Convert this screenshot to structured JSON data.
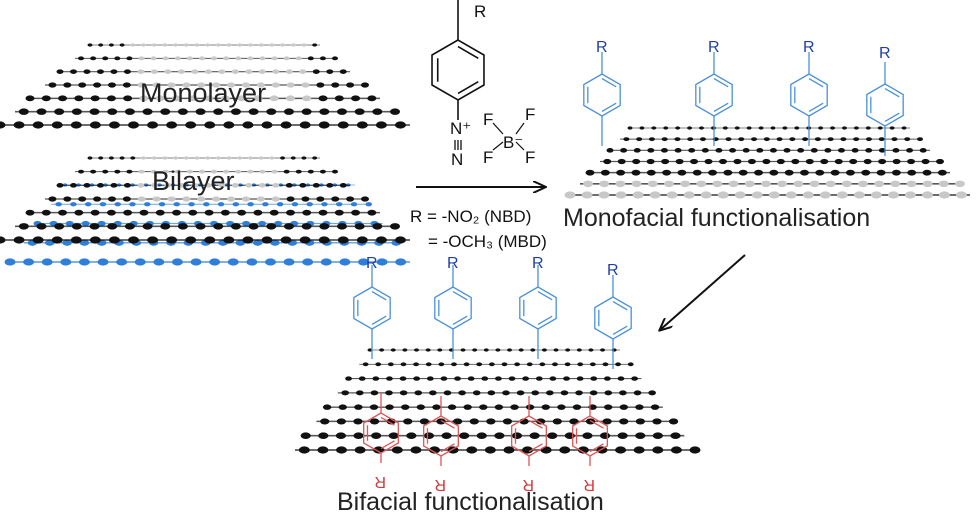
{
  "labels": {
    "monolayer": "Monolayer",
    "bilayer": "Bilayer",
    "monofacial": "Monofacial functionalisation",
    "bifacial": "Bifacial functionalisation"
  },
  "reagent": {
    "substituent": "R",
    "n_plus": "N⁺",
    "n": "N",
    "fluorine": "F",
    "boron": "B⁻",
    "condition_1": "R = -NO₂ (NBD)",
    "condition_2": "= -OCH₃ (MBD)"
  },
  "substituent_label": "R",
  "colors": {
    "carbon": "#111111",
    "carbon_faded": "#c8c8c8",
    "bottom_layer": "#2f7fd8",
    "top_aryl": "#4a90d9",
    "bottom_aryl": "#e05555",
    "r_top": "#1f3fa8",
    "r_bottom": "#d23a3a"
  }
}
